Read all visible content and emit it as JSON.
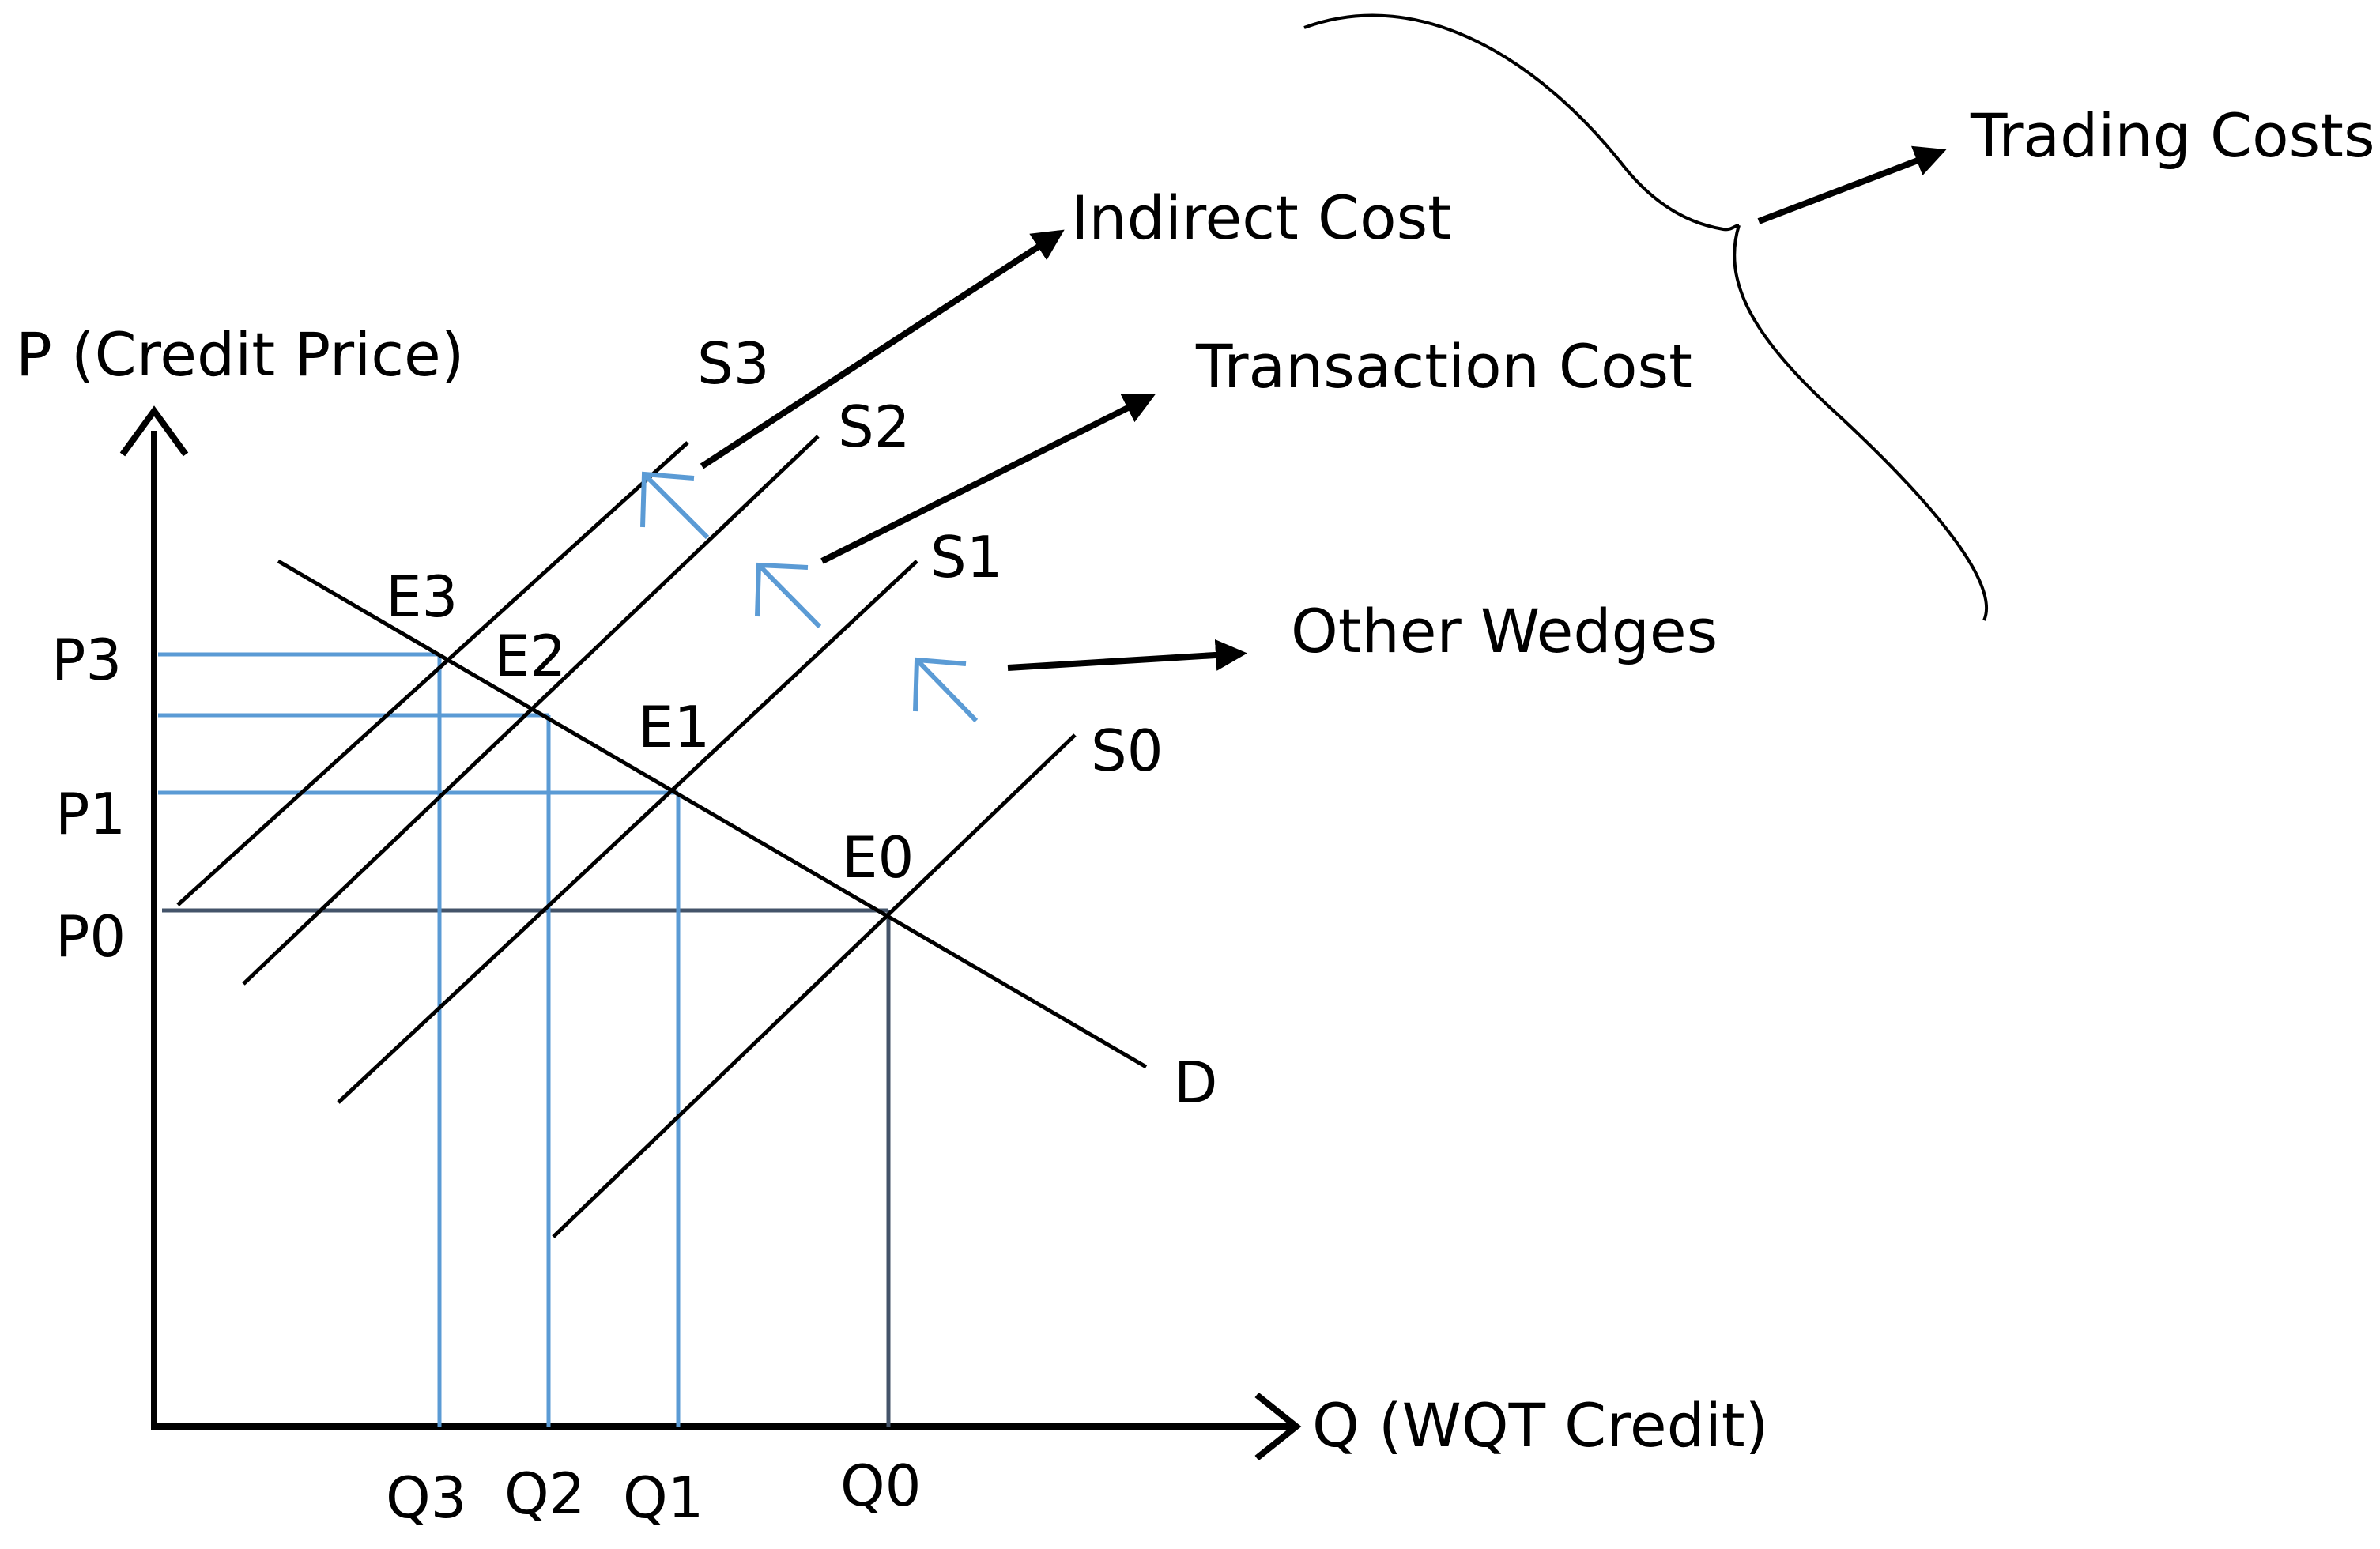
{
  "diagram": {
    "axes": {
      "y_label": "P (Credit Price)",
      "x_label": "Q (WQT Credit)"
    },
    "curves": {
      "demand": "D",
      "supply": [
        "S0",
        "S1",
        "S2",
        "S3"
      ]
    },
    "equilibria": [
      "E0",
      "E1",
      "E2",
      "E3"
    ],
    "price_ticks": [
      "P0",
      "P1",
      "P3"
    ],
    "quantity_ticks": [
      "Q0",
      "Q1",
      "Q2",
      "Q3"
    ],
    "annotations": {
      "other_wedges": "Other Wedges",
      "transaction_cost": "Transaction Cost",
      "indirect_cost": "Indirect Cost",
      "trading_costs": "Trading Costs"
    },
    "colors": {
      "curve": "#000000",
      "guide": "#5B9BD5",
      "q0_guide": "#44546A",
      "shift_arrow": "#5B9BD5"
    }
  }
}
